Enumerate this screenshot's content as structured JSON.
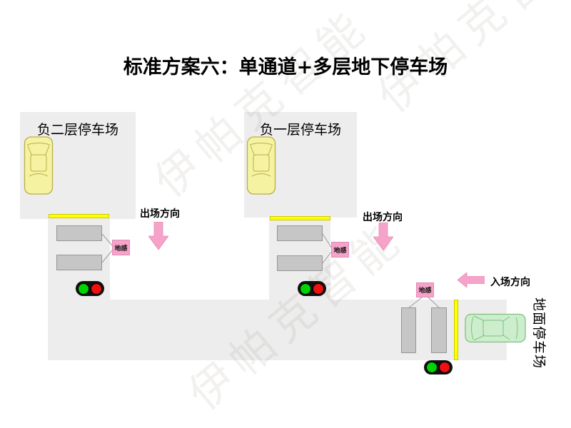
{
  "title": "标准方案六：单通道+多层地下停车场",
  "watermark": {
    "text": "伊帕克智能"
  },
  "areas": {
    "b2": {
      "label": "负二层停车场"
    },
    "b1": {
      "label": "负一层停车场"
    },
    "ground": {
      "label": "地面停车场"
    }
  },
  "signs": {
    "exit_b2": "出场方向",
    "exit_b1": "出场方向",
    "entry": "入场方向"
  },
  "sensor": {
    "label": "地感"
  },
  "colors": {
    "area-gray": "#ededed",
    "loop-gray": "#c6c6c6",
    "loop-border": "#969696",
    "gate-yellow": "#ffff00",
    "gate-border": "#cbcb00",
    "pink": "#f6a3c9",
    "green-light": "#00d400",
    "red-light": "#ee1111",
    "car-yellow": "#f5f2a2",
    "car-yellow-stroke": "#b9ae4a",
    "car-green": "#cdeecd",
    "car-green-stroke": "#7fbf7f"
  }
}
